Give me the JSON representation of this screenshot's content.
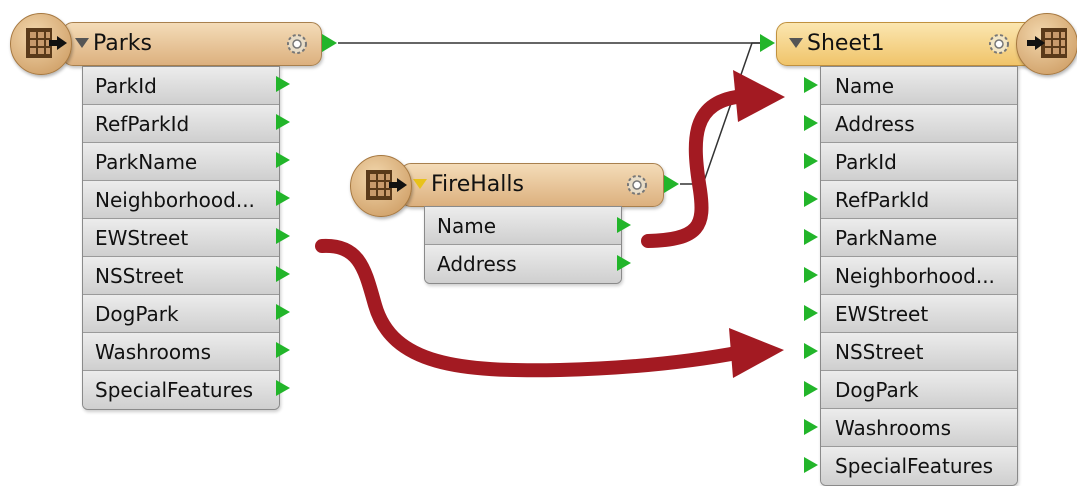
{
  "workspace": {
    "reader_parks": {
      "title": "Parks",
      "attributes": [
        "ParkId",
        "RefParkId",
        "ParkName",
        "Neighborhood...",
        "EWStreet",
        "NSStreet",
        "DogPark",
        "Washrooms",
        "SpecialFeatures"
      ]
    },
    "reader_firehalls": {
      "title": "FireHalls",
      "attributes": [
        "Name",
        "Address"
      ]
    },
    "writer_sheet": {
      "title": "Sheet1",
      "attributes": [
        "Name",
        "Address",
        "ParkId",
        "RefParkId",
        "ParkName",
        "Neighborhood...",
        "EWStreet",
        "NSStreet",
        "DogPark",
        "Washrooms",
        "SpecialFeatures"
      ]
    }
  },
  "colors": {
    "reader_header": "#dcb07e",
    "writer_header": "#f0c46a",
    "port": "#22b52a",
    "annotation_arrow": "#a31a22",
    "connection": "#333333"
  },
  "icons": [
    "table-reader-icon",
    "gear-icon",
    "table-writer-icon",
    "collapse-triangle-icon",
    "port-arrow-icon"
  ]
}
